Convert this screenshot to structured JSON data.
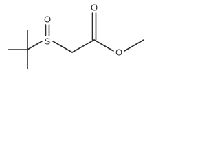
{
  "molecule": {
    "atoms": {
      "sulfur": "S",
      "sulfinyl_oxygen": "O",
      "carbonyl_oxygen": "O",
      "ester_oxygen": "O"
    },
    "colors": {
      "bond": "#2b2b2b",
      "label": "#2b2b2b",
      "background": "#ffffff"
    }
  }
}
